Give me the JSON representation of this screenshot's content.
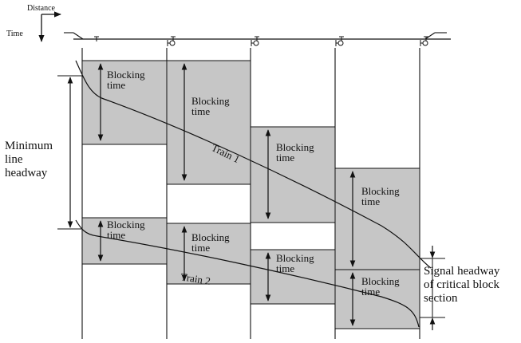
{
  "axes": {
    "distance_label": "Distance",
    "time_label": "Time"
  },
  "blocks": [
    {
      "label": "Blocking\ntime"
    },
    {
      "label": "Blocking\ntime"
    },
    {
      "label": "Blocking\ntime"
    },
    {
      "label": "Blocking\ntime"
    },
    {
      "label": "Blocking\ntime"
    },
    {
      "label": "Blocking\ntime"
    },
    {
      "label": "Blocking\ntime"
    },
    {
      "label": "Blocking\ntime"
    }
  ],
  "trains": [
    {
      "name": "Train 1"
    },
    {
      "name": "Train 2"
    }
  ],
  "annotations": {
    "minimum_line_headway": "Minimum\nline\nheadway",
    "signal_headway": "Signal headway\nof critical block\nsection"
  },
  "colors": {
    "block_fill": "#c6c6c6",
    "stroke": "#111111"
  }
}
